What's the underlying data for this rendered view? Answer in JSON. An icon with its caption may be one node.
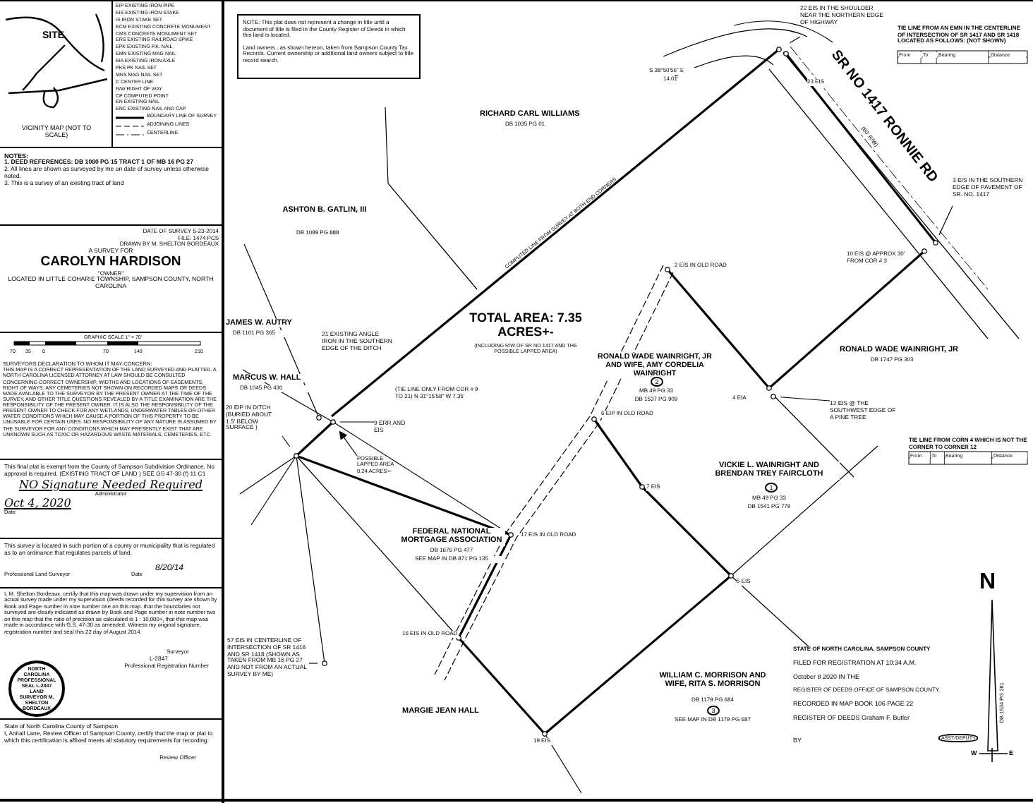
{
  "diagram": {
    "nodes": [
      {
        "text": [
          "SITE",
          "VICINITY MAP (NOT TO SCALE)"
        ]
      },
      {
        "text": [
          "NOTES:",
          "1. DEED REFERENCES: DB 1080 PG 15 TRACT 1 OF MB 16 PG 27",
          "2. All lines are shown as surveyed by me on date of survey unless otherwise noted.",
          "3. This is a survey of an existing tract of land"
        ]
      },
      {
        "text": [
          "DATE OF SURVEY 5-23-2014",
          "FILE: 1474 PCS",
          "DRAWN BY M. SHELTON BORDEAUX",
          "A SURVEY FOR",
          "CAROLYN HARDISON",
          "\"OWNER\"",
          "LOCATED IN LITTLE COHARIE TOWNSHIP, SAMPSON COUNTY, NORTH CAROLINA"
        ]
      },
      {
        "text": [
          "SURVEYORS DECLARATION TO WHOM IT MAY CONCERN:",
          "THIS MAP IS A CORRECT REPRESENTATION OF THE LAND SURVEYED AND PLATTED. A NORTH CAROLINA LICENSED ATTORNEY AT LAW SHOULD BE CONSULTED CONCERNING CORRECT OWNERSHIP, WIDTHS AND LOCATIONS OF EASEMENTS, RIGHT OF WAYS. ANY CEMETERIES NOT SHOWN ON RECORDED MAPS OR DEEDS MADE AVAILABLE TO THE SURVEYOR BY THE PRESENT OWNER AT THE TIME OF THE SURVEY, AND OTHER TITLE QUESTIONS REVEALED BY A TITLE EXAMINATION ARE THE RESPONSIBILITY OF THE PRESENT OWNER. IT IS ALSO THE RESPONSIBILITY OF THE PRESENT OWNER TO CHECK FOR ANY WETLANDS, UNDERWATER TABLES OR OTHER WATER CONDITIONS WHICH MAY CAUSE A PORTION OF THIS PROPERTY TO BE UNUSABLE FOR CERTAIN USES. NO RESPONSIBILITY OF ANY NATURE IS ASSUMED BY THE SURVEYOR FOR ANY CONDITIONS WHICH MAY PRESENTLY EXIST THAT ARE UNKNOWN SUCH AS TOXIC OR HAZARDOUS WASTE MATERIALS, CEMETERIES, ETC."
        ]
      },
      {
        "text": [
          "This final plat is exempt from the County of Sampson Subdivision Ordinance. No approval is required. (EXISTING TRACT OF LAND ) SEE GS 47-30 (f) 11 C1",
          "NO Signature Needed Required",
          "Administrator",
          "Oct 4, 2020",
          "Date"
        ]
      },
      {
        "text": [
          "This survey is located in such portion of a county or municipality that is regulated as to an ordinance that regulates parcels of land.",
          "Professional Land Surveyor",
          "8/20/14",
          "Date"
        ]
      },
      {
        "text": [
          "I, M. Shelton Bordeaux, certify that this map was drawn under my supervision from an actual survey made under my supervision (deeds recorded for this survey are shown by Book and Page number in note number one on this map. that the boundaries not surveyed are clearly indicated as drawn by Book and Page number in note number two on this map that the ratio of precision as calculated is 1 : 10,000+, that this map was made in accordance with G.S. 47-30 as amended. Witness my original signature, registration number and seal this 22 day of August 2014.",
          "Surveyor",
          "L-2847",
          "Professional Registration Number"
        ]
      },
      {
        "text": [
          "NORTH CAROLINA PROFESSIONAL SEAL L-2847 LAND SURVEYOR M. SHELTON BORDEAUX"
        ],
        "in": 6
      },
      {
        "text": [
          "State of North Carolina County of Sampson",
          "I, Anitall Lane, Review Officer of Sampson County, certify that the map or plat to which this certification is affixed meets all statutory requirements for recording.",
          "Review Officer"
        ]
      },
      {
        "text": [
          "NOTE: This plat does not represent a change in title until a document of title is filed in the County Register of Deeds in which this land is located.",
          "Land owners , as shown hereon, taken from Sampson County Tax Records. Current ownership or additional land owners subject to title record search."
        ]
      },
      {
        "text": [
          "22 EIS IN THE SHOULDER NEAR THE NORTHERN EDGE OF HIGHWAY"
        ]
      },
      {
        "text": [
          "3 EIS IN THE SOUTHERN EDGE OF PAVEMENT OF SR. NO. 1417"
        ]
      },
      {
        "text": [
          "12 EIS @ THE SOUTHWEST EDGE OF A PINE TREE"
        ]
      },
      {
        "text": [
          "20 EIP IN DITCH (BURIED ABOUT 1.5' BELOW SURFACE )"
        ]
      },
      {
        "text": [
          "57 EIS IN CENTERLINE OF INTERSECTION OF SR 1416 AND SR 1418 (SHOWN AS TAKEN FROM MB 16 PG 27 AND NOT FROM AN ACTUAL SURVEY BY ME)"
        ]
      },
      {
        "text": [
          "9 ERR AND EIS"
        ]
      },
      {
        "text": [
          "POSSIBLE LAPPED AREA 0.24 ACRES+-"
        ]
      }
    ],
    "edges": [
      {
        "from": 10,
        "to": null,
        "arrow": "none"
      },
      {
        "from": 11,
        "to": null,
        "arrow": "none"
      },
      {
        "from": 12,
        "to": null,
        "arrow": "none"
      },
      {
        "from": 13,
        "to": null,
        "arrow": "none"
      },
      {
        "from": 14,
        "to": null,
        "arrow": "none"
      },
      {
        "from": 15,
        "to": null,
        "arrow": "none"
      },
      {
        "from": 16,
        "to": null,
        "arrow": "to"
      }
    ],
    "labels": [
      "RICHARD CARL WILLIAMS",
      "DB 1035 PG 01",
      "ASHTON B. GATLIN, III",
      "DB 1089 PG 888",
      "JAMES W. AUTRY",
      "DB 1101 PG 365",
      "MARCUS W. HALL",
      "DB 1045 PG 430",
      "TOTAL AREA: 7.35 ACRES+-",
      "(INCLUDING R/W OF SR NO 1417 AND THE POSSIBLE LAPPED AREA)",
      "RONALD WADE WAINRIGHT, JR AND WIFE, AMY CORDELIA WAINRIGHT",
      "2",
      "MB 49 PG 33",
      "DB 1537 PG 909",
      "RONALD WADE WAINRIGHT, JR",
      "DB 1747 PG 303",
      "VICKIE L. WAINRIGHT AND BRENDAN TREY FAIRCLOTH",
      "1",
      "MB 49 PG 33",
      "DB 1541 PG 779",
      "FEDERAL NATIONAL MORTGAGE ASSOCIATION",
      "DB 1676 PG 477",
      "SEE MAP IN DB 871 PG 135",
      "MARGIE JEAN HALL",
      "WILLIAM C. MORRISON AND WIFE, RITA S. MORRISON",
      "DB 1179 PG 684",
      "3",
      "SEE MAP IN DB 1179 PG 687",
      "SR NO 1417 RONNIE RD",
      "(60' R/W)",
      "23 EIS",
      "10 EIS @ APPROX 30' FROM COR # 3",
      "2 EIS IN OLD ROAD",
      "4 EIA",
      "6 EIP IN OLD ROAD",
      "7 EIS",
      "5 EIS",
      "17 EIS IN OLD ROAD",
      "16 EIS IN OLD ROAD",
      "19 EIS",
      "21 EXISTING ANGLE IRON IN THE SOUTHERN EDGE OF THE DITCH",
      "(TIE LINE ONLY FROM COR # 9 TO 21) N 31°15'58\" W 7.35'",
      "S 38°50'56\" E",
      "14.01'",
      "COMPUTED LINE FROM SURVEY AT BOTH END CORNERS",
      "TIE LINE FROM AN EMN IN THE CENTERLINE OF INTERSECTION OF SR 1417 AND SR 1418 LOCATED AS FOLLOWS: (NOT SHOWN)",
      "From",
      "To",
      "Bearing",
      "Distance",
      "TIE LINE FROM CORN 4 WHICH IS NOT THE CORNER TO CORNER 12",
      "From",
      "To",
      "Bearing",
      "Distance",
      "STATE OF NORTH CAROLINA, SAMPSON COUNTY",
      "FILED FOR REGISTRATION AT 10:34 A.M.",
      "October 8 2020 IN THE",
      "REGISTER OF DEEDS OFFICE OF SAMPSON COUNTY.",
      "RECORDED IN MAP BOOK 106 PAGE 22",
      "REGISTER OF DEEDS Graham F. Butler",
      "BY",
      "ASST/DEPUTY",
      "N",
      "W",
      "E",
      "DB 1534 PG 281",
      "GRAPHIC SCALE 1\" = 70'",
      "70",
      "35",
      "0",
      "70",
      "140",
      "210"
    ],
    "legend": [
      {
        "text": "EIP EXISTING IRON PIPE"
      },
      {
        "text": "EIS EXISTING IRON STAKE"
      },
      {
        "text": "IS IRON STAKE SET"
      },
      {
        "text": "ECM EXISTING CONCRETE MONUMENT"
      },
      {
        "text": "CMS CONCRETE MONUMENT SET"
      },
      {
        "text": "ERS EXISTING RAILROAD SPIKE"
      },
      {
        "text": "EPK EXISTING P.K. NAIL"
      },
      {
        "text": "EMN EXISTING MAG NAIL"
      },
      {
        "text": "EIA EXISTING IRON AXLE"
      },
      {
        "text": "PKS PK NAIL SET"
      },
      {
        "text": "MNS MAG NAIL SET"
      },
      {
        "text": "C CENTER LINE"
      },
      {
        "text": "R/W RIGHT OF WAY"
      },
      {
        "text": "CP COMPUTED POINT"
      },
      {
        "text": "EN EXISTING NAIL"
      },
      {
        "text": "ENC EXISTING NAIL AND CAP"
      },
      {
        "text": "BOUNDARY LINE OF SURVEY"
      },
      {
        "text": "ADJOINING LINES"
      },
      {
        "text": "CENTERLINE"
      }
    ]
  }
}
